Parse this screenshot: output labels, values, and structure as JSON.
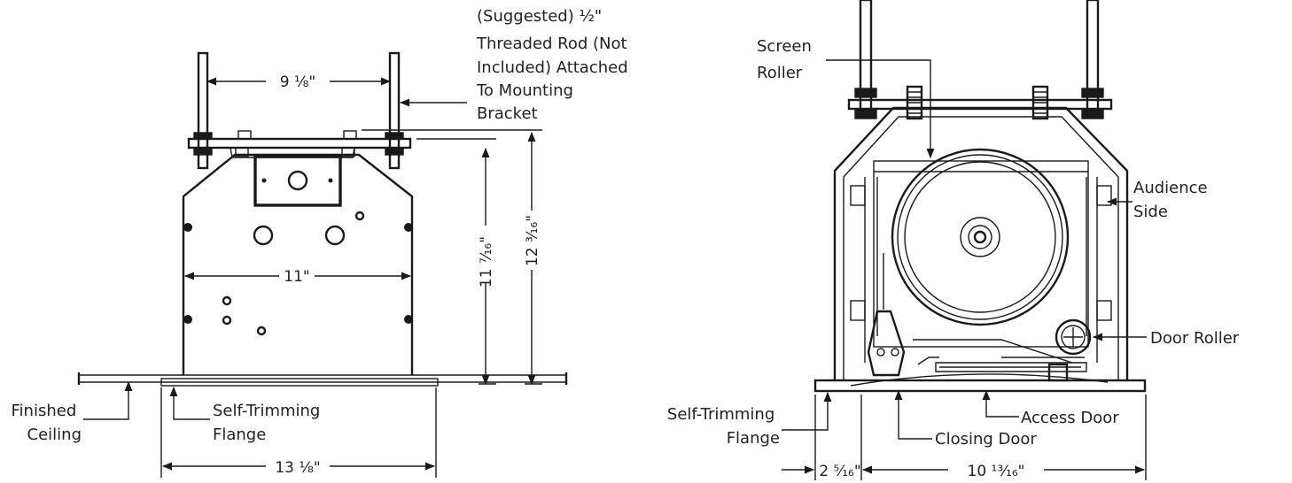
{
  "colors": {
    "line": "#1a1a1a",
    "text": "#222222",
    "background": "#ffffff"
  },
  "left_view": {
    "callouts": {
      "threaded_rod": [
        "(Suggested) ½\"",
        "Threaded Rod (Not",
        "Included) Attached",
        "To Mounting",
        "Bracket"
      ],
      "finished_ceiling": [
        "Finished",
        "Ceiling"
      ],
      "self_trimming_flange": [
        "Self-Trimming",
        "Flange"
      ]
    },
    "dimensions": {
      "rod_spacing": "9 ⅛\"",
      "body_width": "11\"",
      "flange_width": "13 ⅛\"",
      "body_height": "11 ⁷⁄₁₆\"",
      "overall_height": "12 ³⁄₁₆\""
    }
  },
  "right_view": {
    "callouts": {
      "screen_roller": [
        "Screen",
        "Roller"
      ],
      "audience_side": [
        "Audience",
        "Side"
      ],
      "door_roller": "Door Roller",
      "self_trimming_flange": [
        "Self-Trimming",
        "Flange"
      ],
      "access_door": "Access Door",
      "closing_door": "Closing Door"
    },
    "dimensions": {
      "flange_offset": "2 ⁵⁄₁₆\"",
      "opening_width": "10 ¹³⁄₁₆\""
    }
  }
}
